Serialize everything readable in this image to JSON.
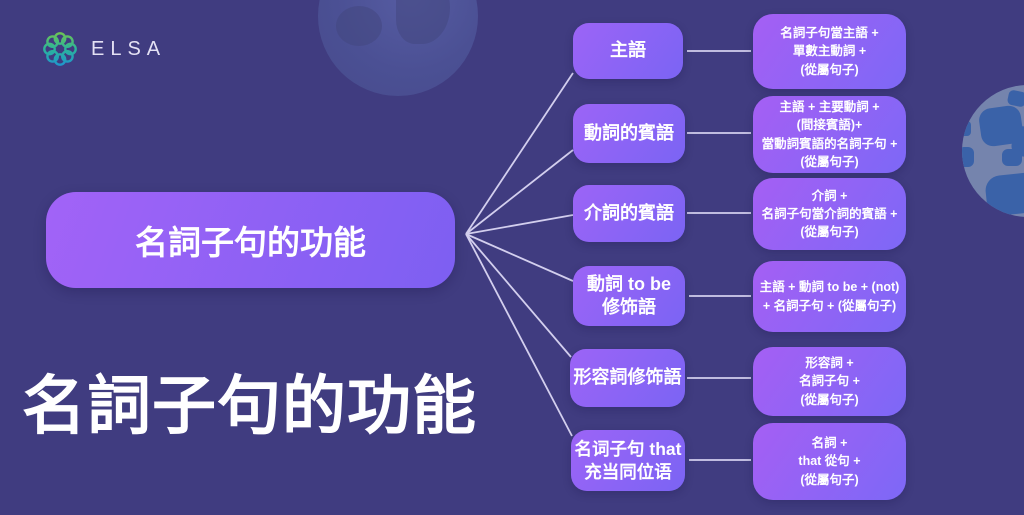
{
  "brand": {
    "name": "ELSA"
  },
  "root_node": {
    "label": "名詞子句的功能"
  },
  "headline": {
    "text": "名詞子句的功能"
  },
  "rows": [
    {
      "label": "主語",
      "detail": "名詞子句當主語 +\n單數主動詞 +\n(從屬句子)"
    },
    {
      "label": "動詞的賓語",
      "detail": "主語 + 主要動詞 +\n(間接賓語)+\n當動詞賓語的名詞子句 +\n(從屬句子)"
    },
    {
      "label": "介詞的賓語",
      "detail": "介詞 +\n名詞子句當介詞的賓語 +\n(從屬句子)"
    },
    {
      "label": "動詞 to be\n修饰語",
      "detail": "主語 + 動詞 to be + (not)\n+  名詞子句 + (從屬句子)"
    },
    {
      "label": "形容詞修饰語",
      "detail": "形容詞 +\n名詞子句 +\n(從屬句子)"
    },
    {
      "label": "名词子句  that\n充当同位语",
      "detail": "名詞 +\nthat 從句 +\n(從屬句子)"
    }
  ],
  "colors": {
    "background": "#403c80",
    "box_gradient_start": "#a05ff5",
    "box_gradient_end": "#7b64f4",
    "connector_line": "#d3cfee",
    "text": "#ffffff",
    "logo_green": "#7dc843",
    "logo_teal": "#2bb59b",
    "logo_blue": "#1d8fd8",
    "planet_top": "#4b5094",
    "planet_right_base": "#7584ad",
    "planet_right_patch": "#3a62a8"
  }
}
